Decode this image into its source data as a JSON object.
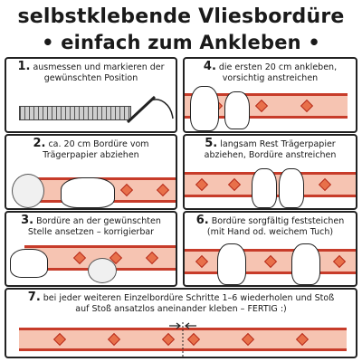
{
  "title": {
    "line1": "selbstklebende Vliesbordüre",
    "line2": "• einfach zum Ankleben •"
  },
  "steps": [
    {
      "num": "1.",
      "text": "ausmessen und markieren der gewünschten Position"
    },
    {
      "num": "2.",
      "text": "ca. 20 cm Bordüre vom Trägerpapier abziehen"
    },
    {
      "num": "3.",
      "text": "Bordüre an der gewünschten Stelle ansetzen – korrigierbar"
    },
    {
      "num": "4.",
      "text": "die ersten 20 cm ankleben, vorsichtig anstreichen"
    },
    {
      "num": "5.",
      "text": "langsam Rest Trägerpapier abziehen, Bordüre anstreichen"
    },
    {
      "num": "6.",
      "text": "Bordüre sorgfältig feststeichen (mit Hand od. weichem Tuch)"
    },
    {
      "num": "7.",
      "text": "bei jeder weiteren Einzelbordüre Schritte 1–6 wiederholen und Stoß auf Stoß ansatzlos aneinander kleben – FERTIG :)"
    }
  ],
  "colors": {
    "border_fill": "#f6c4b2",
    "border_line": "#c73c2a",
    "diamond": "#e8704a"
  },
  "icons": [
    "ruler-icon",
    "pencil-icon",
    "hand-icon",
    "backing-paper-icon"
  ]
}
